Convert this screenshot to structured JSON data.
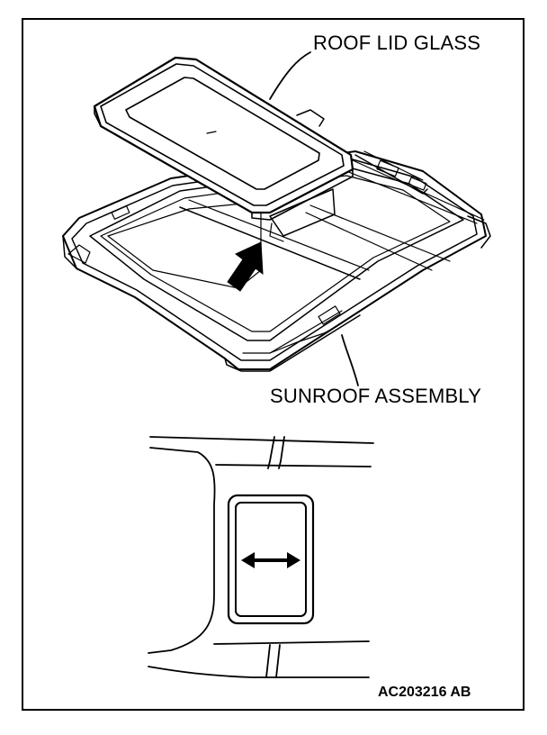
{
  "labels": {
    "roof_lid_glass": "ROOF LID GLASS",
    "sunroof_assembly": "SUNROOF ASSEMBLY",
    "figure_code": "AC203216 AB"
  },
  "icons": {
    "install_direction": "arrow-up-right-icon",
    "slide_direction": "double-headed-arrow-icon"
  }
}
